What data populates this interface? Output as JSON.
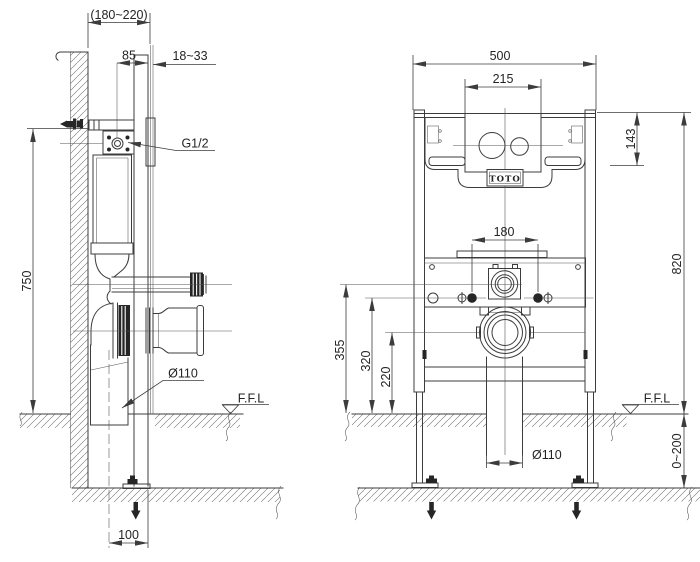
{
  "labels": {
    "left": {
      "wall_depth": "(180~220)",
      "valve_offset": "85",
      "finish_thickness": "18~33",
      "inlet_thread": "G1/2",
      "inlet_height": "750",
      "drain_diameter": "Ø110",
      "floor_level": "F.F.L",
      "foot_offset": "100"
    },
    "right": {
      "frame_width": "500",
      "access_width": "215",
      "tank_drop": "143",
      "bolt_spacing": "180",
      "frame_height": "820",
      "flush_height": "355",
      "bolt_height": "320",
      "drain_height": "220",
      "drain_diameter": "Ø110",
      "floor_level": "F.F.L",
      "leg_adjust": "0~200"
    },
    "brand": "TOTO"
  },
  "colors": {
    "line": "#3c3c3c",
    "background": "#ffffff",
    "dark_fill": "#262626"
  }
}
